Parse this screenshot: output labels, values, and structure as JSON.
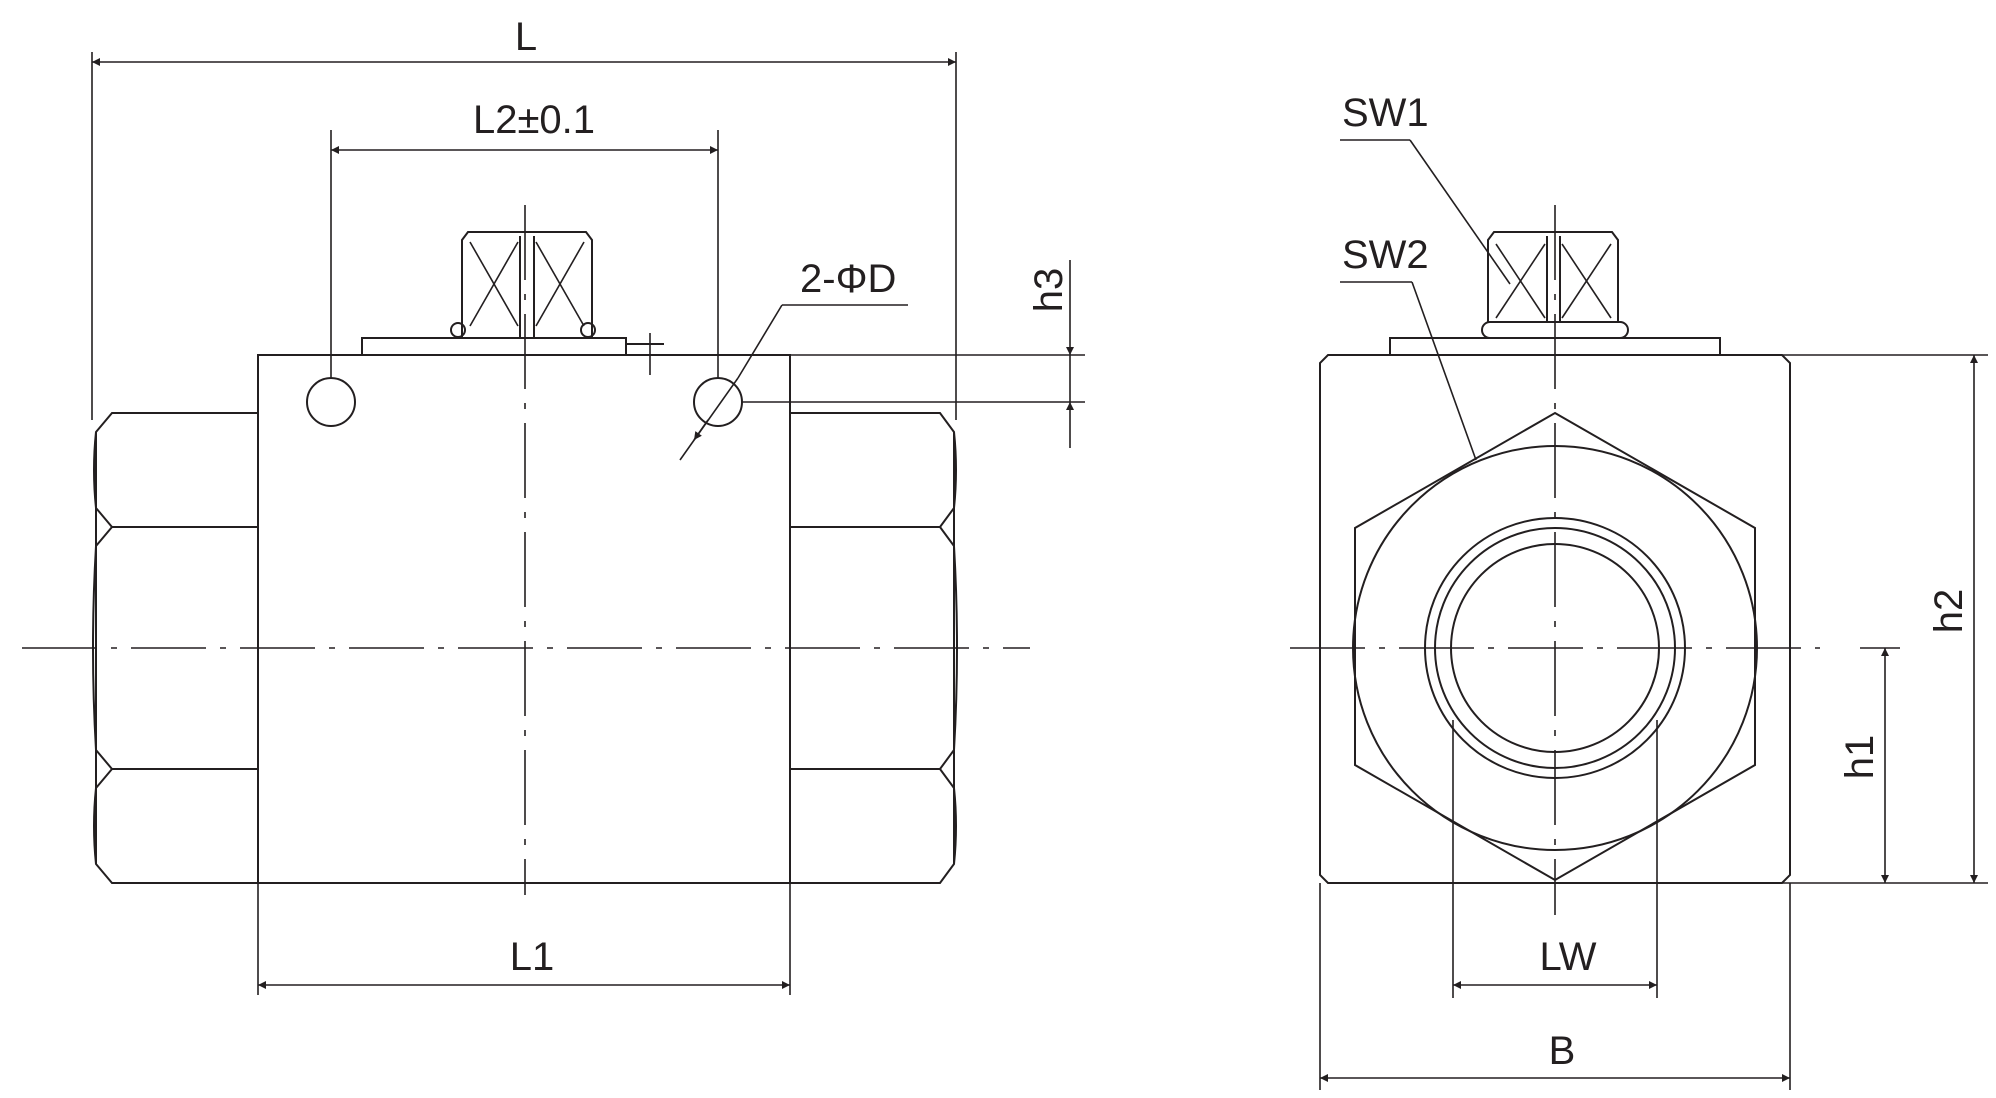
{
  "labels": {
    "L": "L",
    "L1": "L1",
    "L2": "L2±0.1",
    "D": "2-ΦD",
    "h1": "h1",
    "h2": "h2",
    "h3": "h3",
    "SW1": "SW1",
    "SW2": "SW2",
    "LW": "LW",
    "B": "B"
  }
}
